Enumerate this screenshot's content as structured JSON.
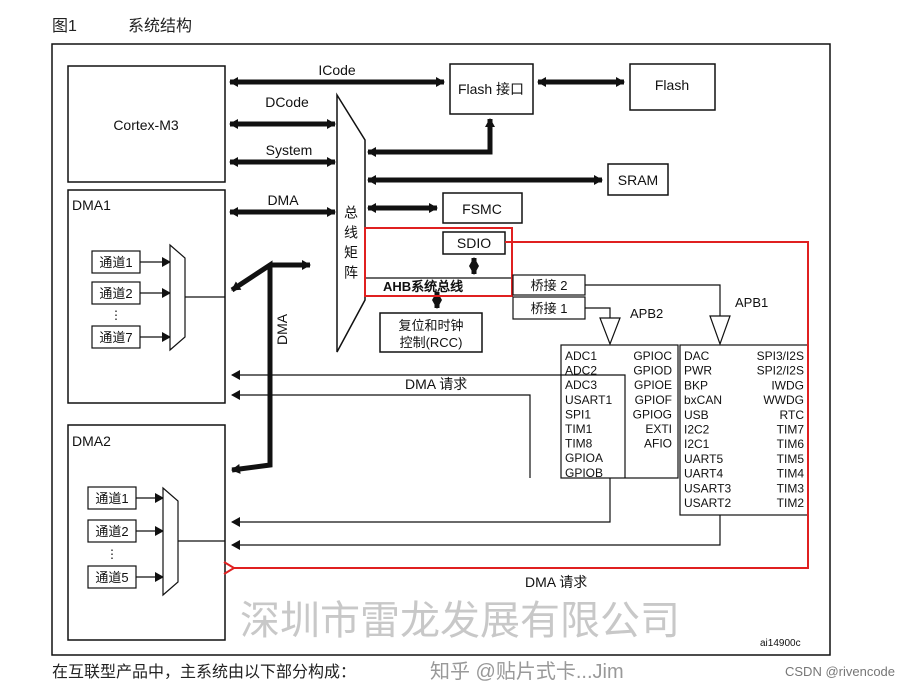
{
  "figure": {
    "number": "图1",
    "title": "系统结构"
  },
  "blocks": {
    "cpu": "Cortex-M3",
    "bus_matrix": "总线矩阵",
    "flash_interface": "Flash 接口",
    "flash": "Flash",
    "sram": "SRAM",
    "fsmc": "FSMC",
    "sdio": "SDIO",
    "ahb": "AHB系统总线",
    "bridge2": "桥接 2",
    "bridge1": "桥接 1",
    "rcc_line1": "复位和时钟",
    "rcc_line2": "控制(RCC)",
    "dma1": "DMA1",
    "dma2": "DMA2"
  },
  "buses": {
    "icode": "ICode",
    "dcode": "DCode",
    "system": "System",
    "dma": "DMA",
    "dma_vertical": "DMA",
    "apb2": "APB2",
    "apb1": "APB1"
  },
  "dma1_channels": [
    "通道1",
    "通道2",
    "通道7"
  ],
  "dma2_channels": [
    "通道1",
    "通道2",
    "通道5"
  ],
  "apb2_left": [
    "ADC1",
    "ADC2",
    "ADC3",
    "USART1",
    "SPI1",
    "TIM1",
    "TIM8",
    "GPIOA",
    "GPIOB"
  ],
  "apb2_right": [
    "GPIOC",
    "GPIOD",
    "GPIOE",
    "GPIOF",
    "GPIOG",
    "EXTI",
    "AFIO"
  ],
  "apb1_left": [
    "DAC",
    "PWR",
    "BKP",
    "bxCAN",
    "USB",
    "I2C2",
    "I2C1",
    "UART5",
    "UART4",
    "USART3",
    "USART2"
  ],
  "apb1_right": [
    "SPI3/I2S",
    "SPI2/I2S",
    "IWDG",
    "WWDG",
    "RTC",
    "TIM7",
    "TIM6",
    "TIM5",
    "TIM4",
    "TIM3",
    "TIM2"
  ],
  "dma_request_1": "DMA 请求",
  "dma_request_2": "DMA 请求",
  "figure_code": "ai14900c",
  "watermarks": {
    "company": "深圳市雷龙发展有限公司",
    "zhihu": "知乎 @贴片式卡...Jim",
    "csdn": "CSDN @rivencode"
  },
  "footer_text": "在互联型产品中，主系统由以下部分构成：",
  "colors": {
    "highlight": "#e02020",
    "line": "#111111"
  }
}
